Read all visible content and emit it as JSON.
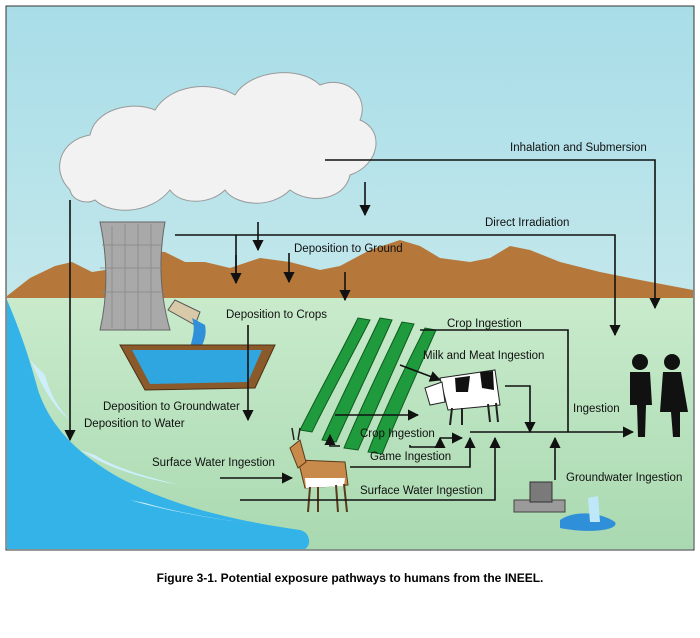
{
  "diagram": {
    "labels": {
      "inhalation": "Inhalation and Submersion",
      "direct_irradiation": "Direct Irradiation",
      "deposition_ground": "Deposition to Ground",
      "deposition_crops": "Deposition to Crops",
      "crop_ingestion_top": "Crop Ingestion",
      "milk_meat": "Milk and Meat Ingestion",
      "deposition_groundwater": "Deposition to Groundwater",
      "deposition_water": "Deposition to Water",
      "ingestion": "Ingestion",
      "crop_ingestion_low": "Crop Ingestion",
      "surface_water_left": "Surface Water Ingestion",
      "game_ingestion": "Game Ingestion",
      "surface_water_bottom": "Surface Water Ingestion",
      "groundwater_ingestion": "Groundwater Ingestion"
    },
    "colors": {
      "sky": "#aedfe6",
      "ground": "#bfe3c0",
      "mountains": "#b5773a",
      "water": "#33b3e8",
      "crops": "#1f9a3c",
      "tower": "#a8a8a8",
      "arrows": "#111111"
    }
  },
  "caption": "Figure 3-1. Potential exposure pathways to humans from the INEEL."
}
